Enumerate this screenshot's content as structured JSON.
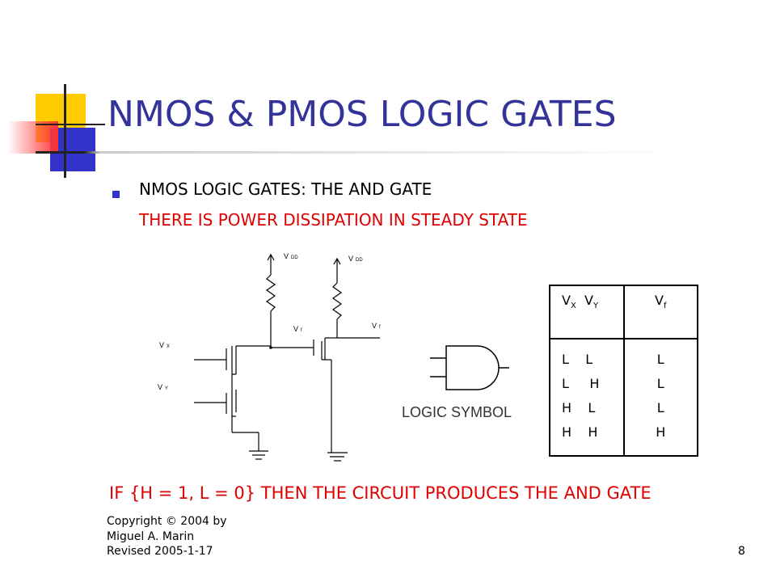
{
  "slide": {
    "title": "NMOS & PMOS LOGIC GATES",
    "bullet": "NMOS LOGIC GATES:  THE  AND  GATE",
    "subtext": "THERE IS POWER DISSIPATION IN STEADY STATE",
    "conclusion": "IF {H = 1, L = 0} THEN THE CIRCUIT PRODUCES THE AND GATE",
    "page_number": "8"
  },
  "circuit": {
    "vdd_label_left": "V",
    "vdd_sub_left": "DD",
    "vdd_label_right": "V",
    "vdd_sub_right": "DD",
    "vx_label": "V",
    "vx_sub": "X",
    "vy_label": "V",
    "vy_sub": "Y",
    "vf1_label": "V",
    "vf1_sub": "f",
    "vf2_label": "V",
    "vf2_sub": "f"
  },
  "logic_symbol": {
    "caption": "LOGIC SYMBOL"
  },
  "truth_table": {
    "header_inputs_v1": "V",
    "header_inputs_s1": "X",
    "header_inputs_v2": "V",
    "header_inputs_s2": "Y",
    "header_output_v": "V",
    "header_output_s": "f",
    "inputs_rows": "L    L\nL     H\nH    L\nH    H",
    "output_rows": "L\nL\nL\nH"
  },
  "copyright": {
    "line1": "Copyright © 2004 by",
    "line2": "Miguel A. Marin",
    "line3": "Revised 2005-1-17"
  },
  "colors": {
    "title": "#333399",
    "accent_red": "#e00000",
    "square_yellow": "#ffcc00",
    "square_blue": "#3333cc"
  }
}
